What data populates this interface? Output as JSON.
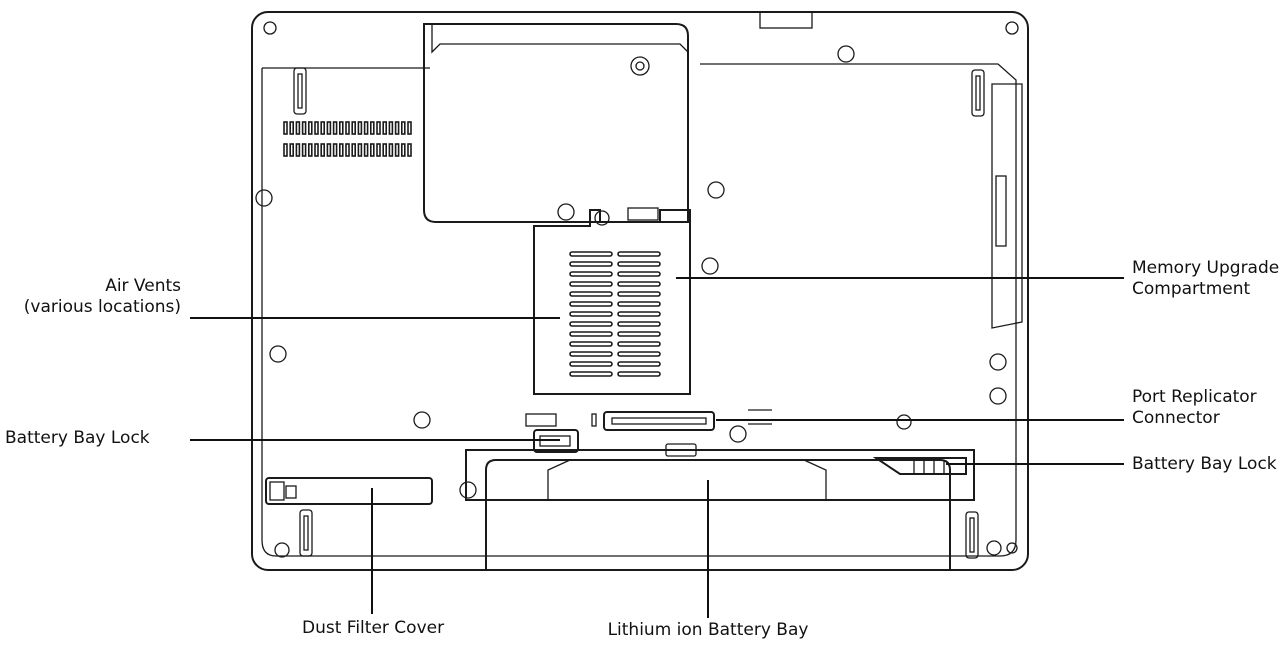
{
  "labels": {
    "air_vents": [
      "Air Vents",
      "(various locations)"
    ],
    "battery_bay_lock_left": "Battery Bay Lock",
    "memory_upgrade": [
      "Memory Upgrade",
      "Compartment"
    ],
    "port_replicator": [
      "Port Replicator",
      "Connector"
    ],
    "battery_bay_lock_right": "Battery Bay Lock",
    "dust_filter_cover": "Dust Filter Cover",
    "lithium_battery_bay": "Lithium ion Battery Bay"
  }
}
